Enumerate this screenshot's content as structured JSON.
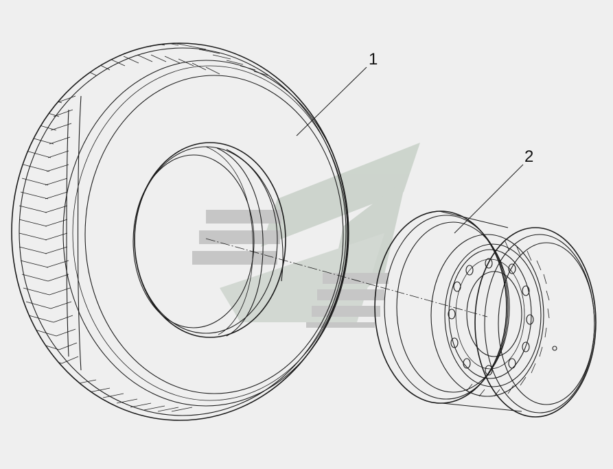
{
  "diagram": {
    "parts": [
      {
        "id": "tire",
        "callout": "1"
      },
      {
        "id": "wheel-rim",
        "callout": "2"
      }
    ]
  },
  "colors": {
    "background": "#efefef",
    "line": "#1a1a1a",
    "watermark_gray": "#b8b8b8",
    "watermark_green": "#c2ccc2"
  }
}
